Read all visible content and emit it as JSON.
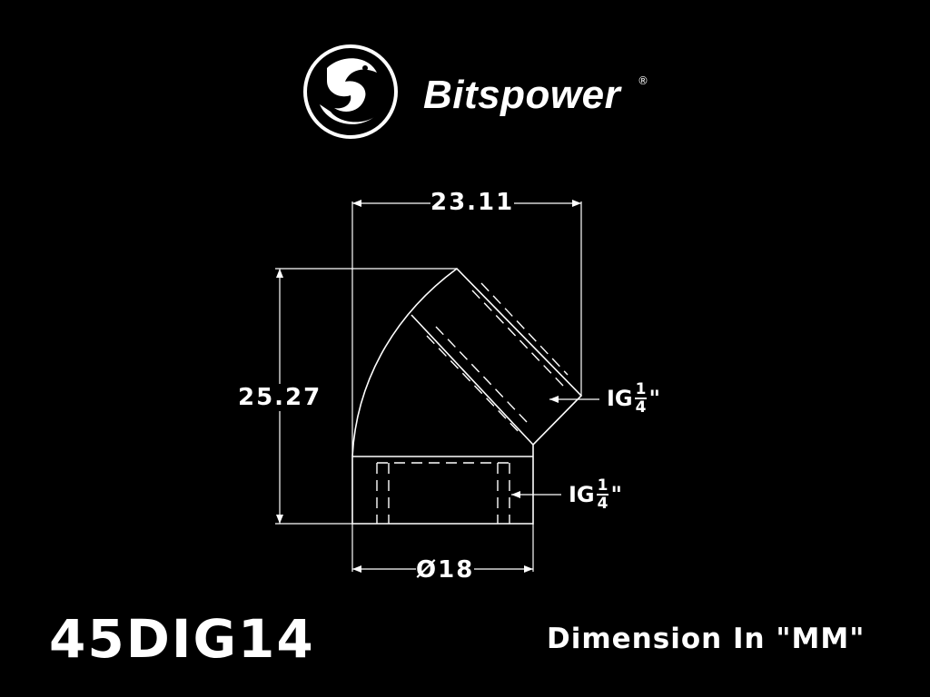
{
  "brand": {
    "name": "Bitspower",
    "registered_mark": "®",
    "logo_icon": "dragon-emblem-icon"
  },
  "dimensions": {
    "width_top": "23.11",
    "height": "25.27",
    "diameter": "Ø18"
  },
  "threads": [
    {
      "prefix": "IG",
      "numerator": "1",
      "denominator": "4",
      "suffix": "\""
    },
    {
      "prefix": "IG",
      "numerator": "1",
      "denominator": "4",
      "suffix": "\""
    }
  ],
  "footer": {
    "model": "45DIG14",
    "units_note": "Dimension In \"MM\""
  },
  "colors": {
    "background": "#000000",
    "foreground": "#ffffff"
  }
}
